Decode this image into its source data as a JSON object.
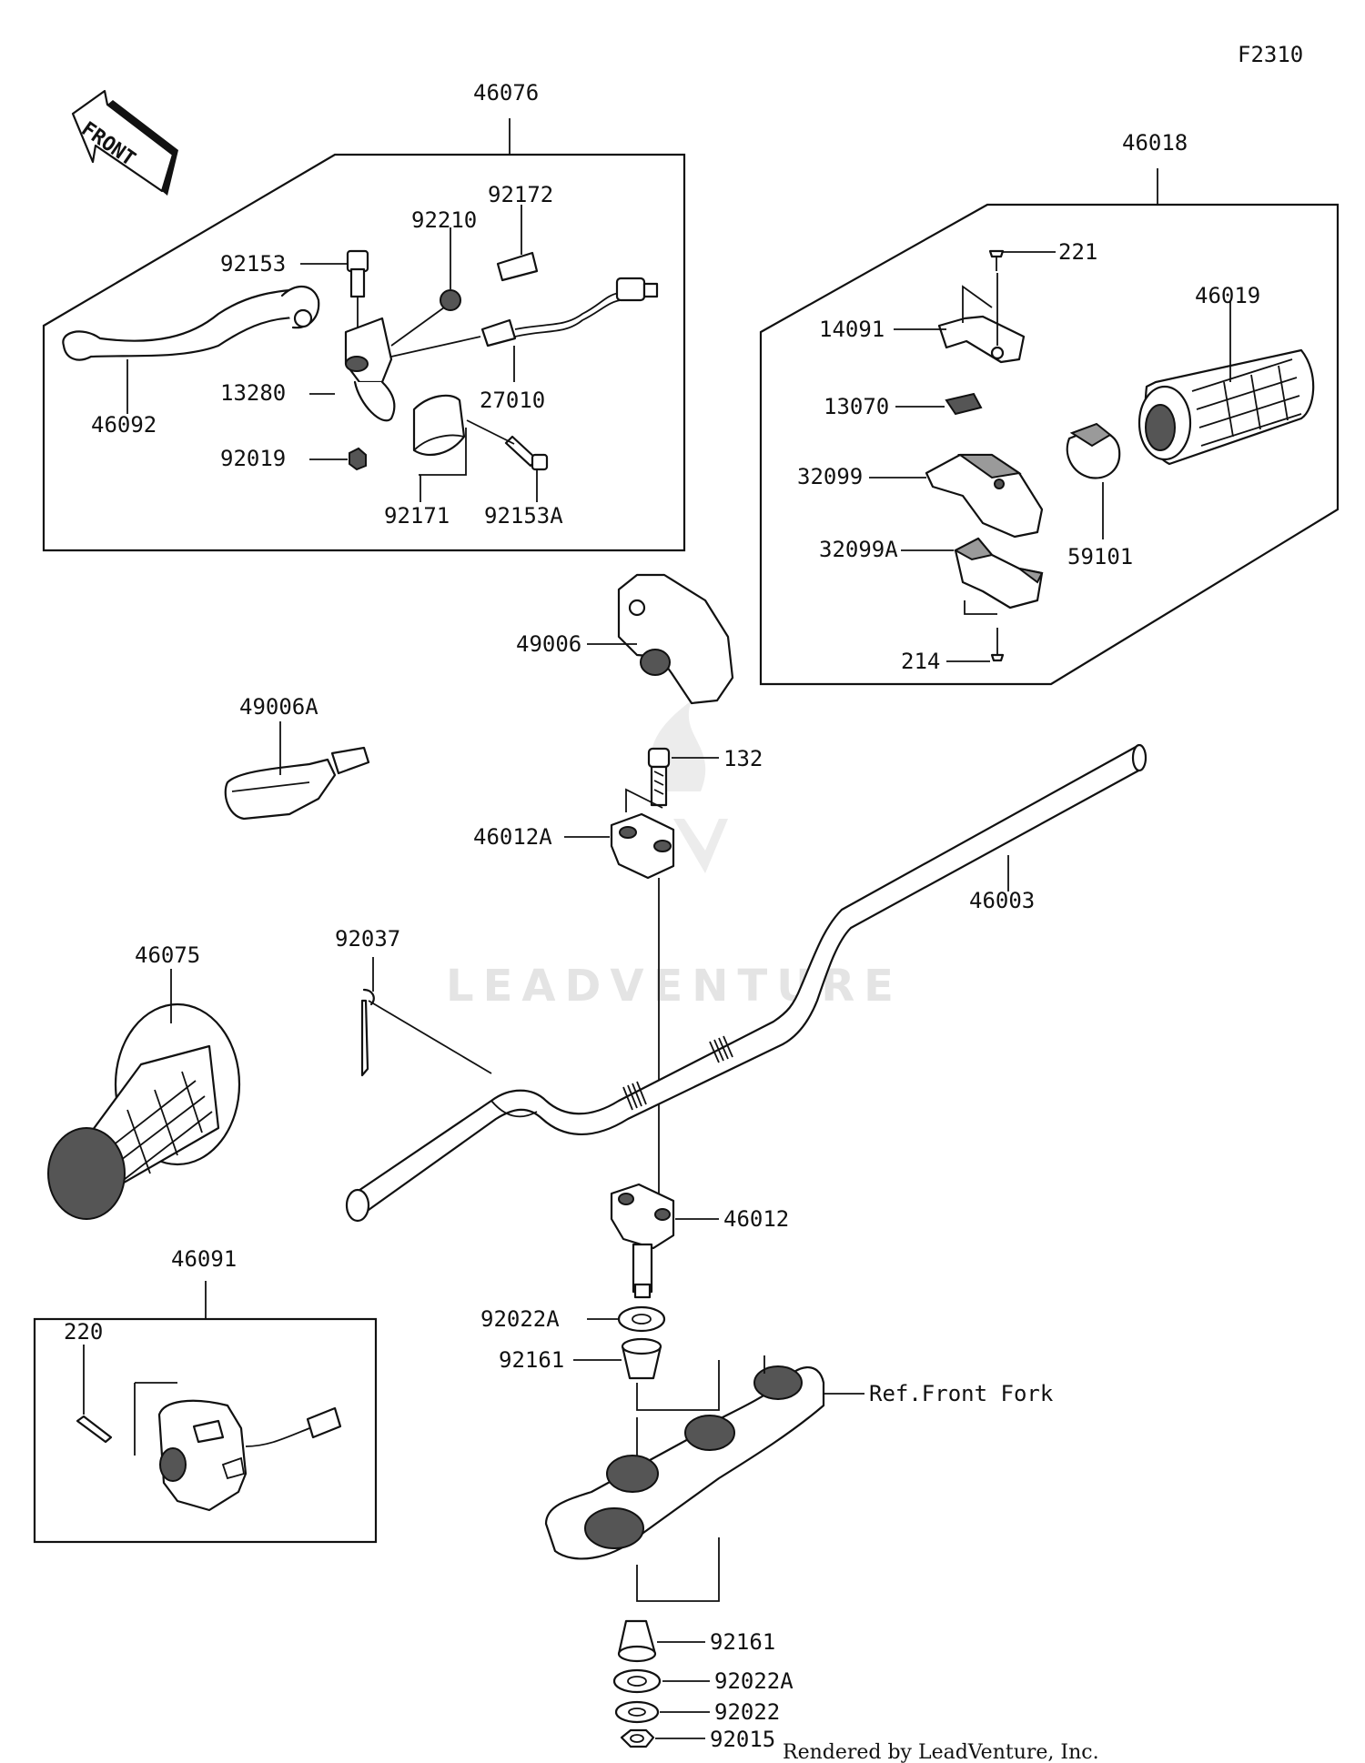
{
  "diagram_code": "F2310",
  "front_label": "FRONT",
  "watermark": "LEADVENTURE",
  "credit": "Rendered by LeadVenture, Inc.",
  "labels": {
    "p46076": "46076",
    "p46018": "46018",
    "p92172": "92172",
    "p92210": "92210",
    "p92153": "92153",
    "p46092": "46092",
    "p13280": "13280",
    "p27010": "27010",
    "p92019": "92019",
    "p92171": "92171",
    "p92153A": "92153A",
    "p221": "221",
    "p14091": "14091",
    "p46019": "46019",
    "p13070": "13070",
    "p32099": "32099",
    "p59101": "59101",
    "p32099A": "32099A",
    "p214": "214",
    "p49006": "49006",
    "p49006A": "49006A",
    "p132": "132",
    "p46012A": "46012A",
    "p46003": "46003",
    "p92037": "92037",
    "p46075": "46075",
    "p46012": "46012",
    "p46091": "46091",
    "p220": "220",
    "p92022A_top": "92022A",
    "p92161_top": "92161",
    "ref_front_fork": "Ref.Front Fork",
    "p92161_bot": "92161",
    "p92022A_bot": "92022A",
    "p92022": "92022",
    "p92015": "92015"
  }
}
